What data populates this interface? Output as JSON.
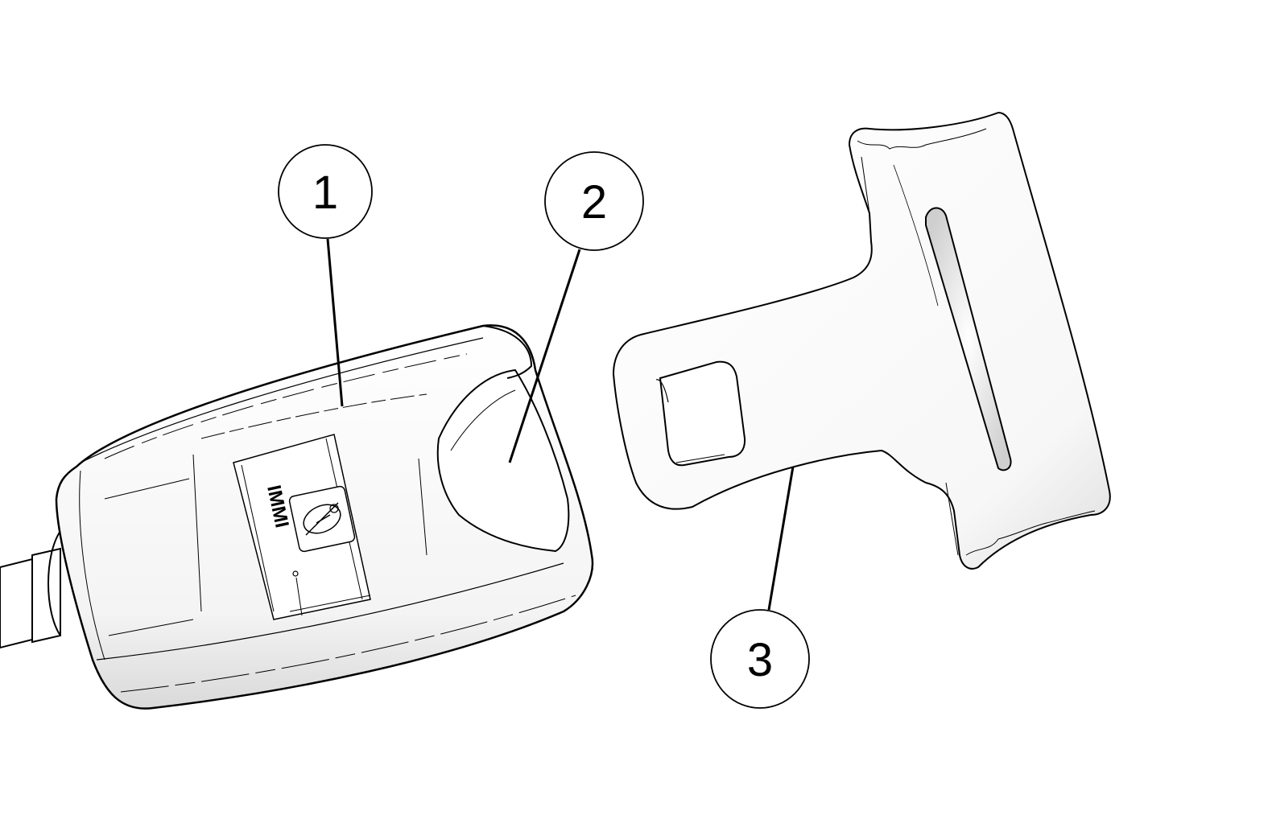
{
  "callouts": [
    {
      "id": "1",
      "label": "1"
    },
    {
      "id": "2",
      "label": "2"
    },
    {
      "id": "3",
      "label": "3"
    }
  ],
  "buckle": {
    "logo_text": "IMMI"
  },
  "colors": {
    "stroke": "#000000",
    "fill": "#ffffff",
    "shade": "#c8c8c8"
  }
}
